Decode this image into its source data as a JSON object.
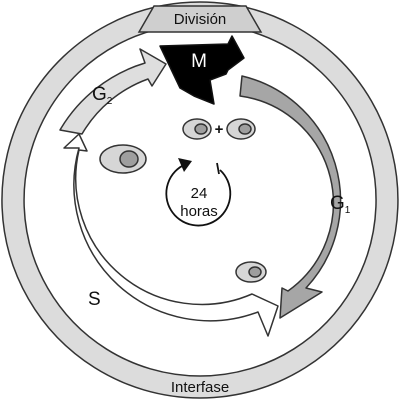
{
  "diagram": {
    "outer_ring": {
      "top_label": "División",
      "bottom_label": "Interfase"
    },
    "phases": {
      "m": "M",
      "g1": {
        "letter": "G",
        "sub": "1"
      },
      "g2": {
        "letter": "G",
        "sub": "2"
      },
      "s": "S"
    },
    "plus_sign": "+",
    "center": {
      "line1": "24",
      "line2": "horas"
    },
    "colors": {
      "ring_fill": "#dcdcdc",
      "m_arrow": "#000000",
      "g1_arrow": "#a6a6a6",
      "g2_arrow": "#dedede",
      "s_arrow": "#ffffff",
      "cell": "#d6d6d6",
      "nucleus": "#9e9e9e",
      "stroke": "#333333"
    }
  }
}
